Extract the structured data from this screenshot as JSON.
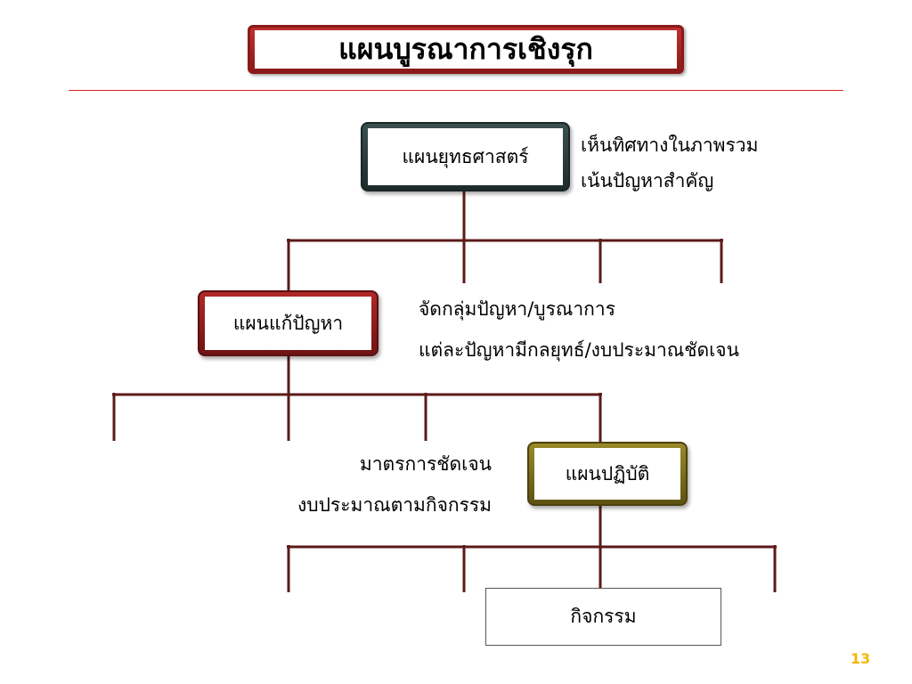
{
  "title": "แผนบูรณาการเชิงรุก",
  "nodes": {
    "strategic": "แผนยุทธศาสตร์",
    "problem": "แผนแก้ปัญหา",
    "action": "แผนปฏิบัติ",
    "activity": "กิจกรรม"
  },
  "notes": {
    "strategic_1": "เห็นทิศทางในภาพรวม",
    "strategic_2": "เน้นปัญหาสำคัญ",
    "problem_1": "จัดกลุ่มปัญหา/บูรณาการ",
    "problem_2": "แต่ละปัญหามีกลยุทธ์/งบประมาณชัดเจน",
    "action_1": "มาตรการชัดเจน",
    "action_2": "งบประมาณตามกิจกรรม"
  },
  "page_number": "13",
  "colors": {
    "title_frame": "#8b1a1a",
    "rule": "#e02020",
    "connector": "#5c1a1a",
    "page_number": "#f2b705"
  }
}
